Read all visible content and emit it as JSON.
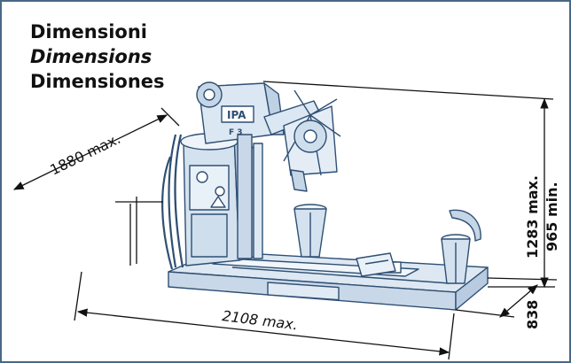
{
  "header": {
    "title_it": "Dimensioni",
    "title_en": "Dimensions",
    "title_es": "Dimensiones"
  },
  "machine": {
    "brand_label": "IPA",
    "model_label": "F 3"
  },
  "dimensions": {
    "depth": "1880 max.",
    "length": "2108 max.",
    "height_max": "1283 max.",
    "height_min": "965 min.",
    "base_height": "838"
  },
  "colors": {
    "frame": "#4a6785",
    "machine_line": "#2f4f73",
    "machine_fill": "#e6eef7",
    "dimension_line": "#111111"
  }
}
